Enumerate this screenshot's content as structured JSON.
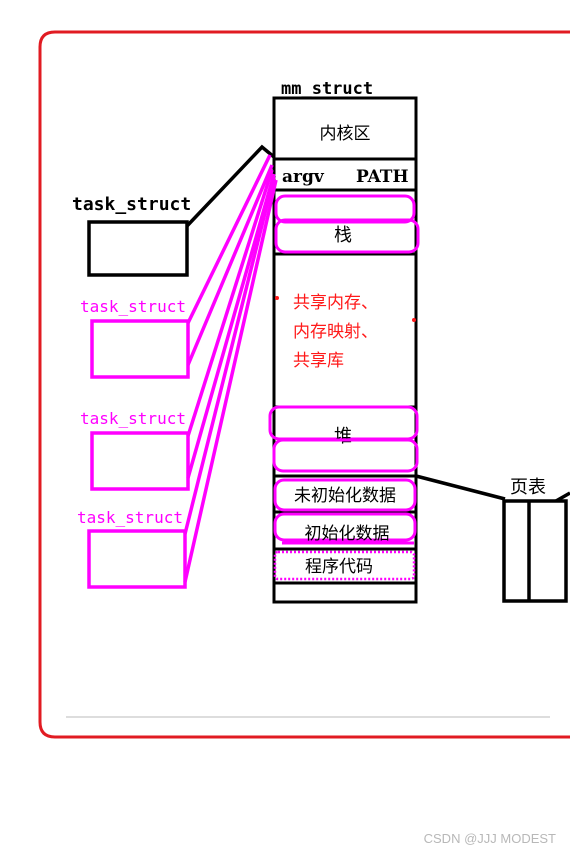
{
  "colors": {
    "frame": "#e11b22",
    "process": "#000000",
    "thread": "#ff00ff",
    "shared_text": "#ff1a1a"
  },
  "mm_struct": {
    "title": "mm_struct",
    "kernel": "内核区",
    "argv": "argv",
    "path": "PATH",
    "stack": "栈",
    "shared_lines": [
      "共享内存、",
      "内存映射、",
      "共享库"
    ],
    "heap": "堆",
    "uninit": "未初始化数据",
    "init": "初始化数据",
    "code": "程序代码"
  },
  "tasks": [
    {
      "label": "task_struct",
      "kind": "main"
    },
    {
      "label": "task_struct",
      "kind": "thread"
    },
    {
      "label": "task_struct",
      "kind": "thread"
    },
    {
      "label": "task_struct",
      "kind": "thread"
    }
  ],
  "page_table": {
    "label": "页表"
  },
  "watermark": "CSDN @JJJ MODEST"
}
